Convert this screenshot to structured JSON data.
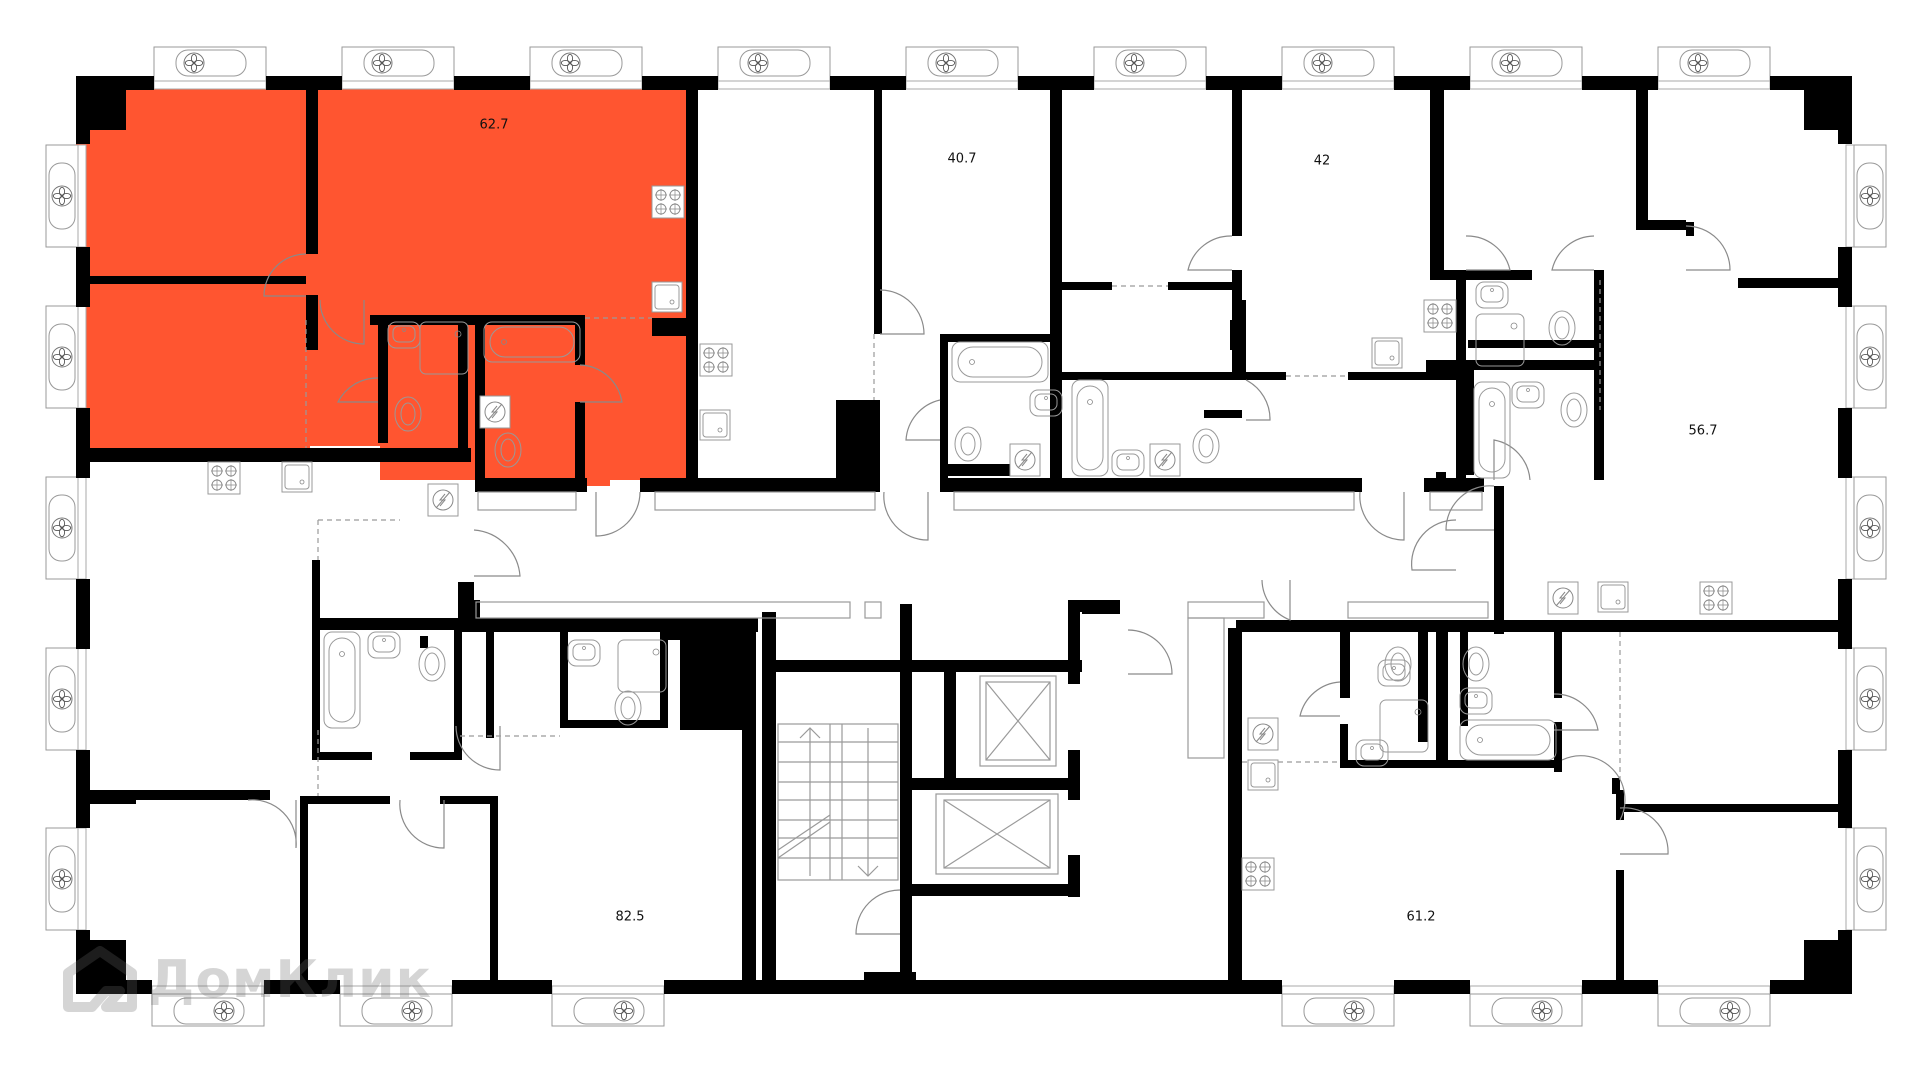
{
  "plan": {
    "type": "floor-plan",
    "highlight_color": "#FF5530",
    "wall_color": "#000000",
    "background": "#FFFFFF"
  },
  "apartments": [
    {
      "id": "apt-1",
      "area": "62.7",
      "highlighted": true
    },
    {
      "id": "apt-2",
      "area": "40.7",
      "highlighted": false
    },
    {
      "id": "apt-3",
      "area": "42",
      "highlighted": false
    },
    {
      "id": "apt-4",
      "area": "56.7",
      "highlighted": false
    },
    {
      "id": "apt-5",
      "area": "82.5",
      "highlighted": false
    },
    {
      "id": "apt-6",
      "area": "61.2",
      "highlighted": false
    }
  ],
  "core": {
    "stairs": "stairwell",
    "elevators": 2
  },
  "watermark": {
    "text": "ДомКлик"
  }
}
